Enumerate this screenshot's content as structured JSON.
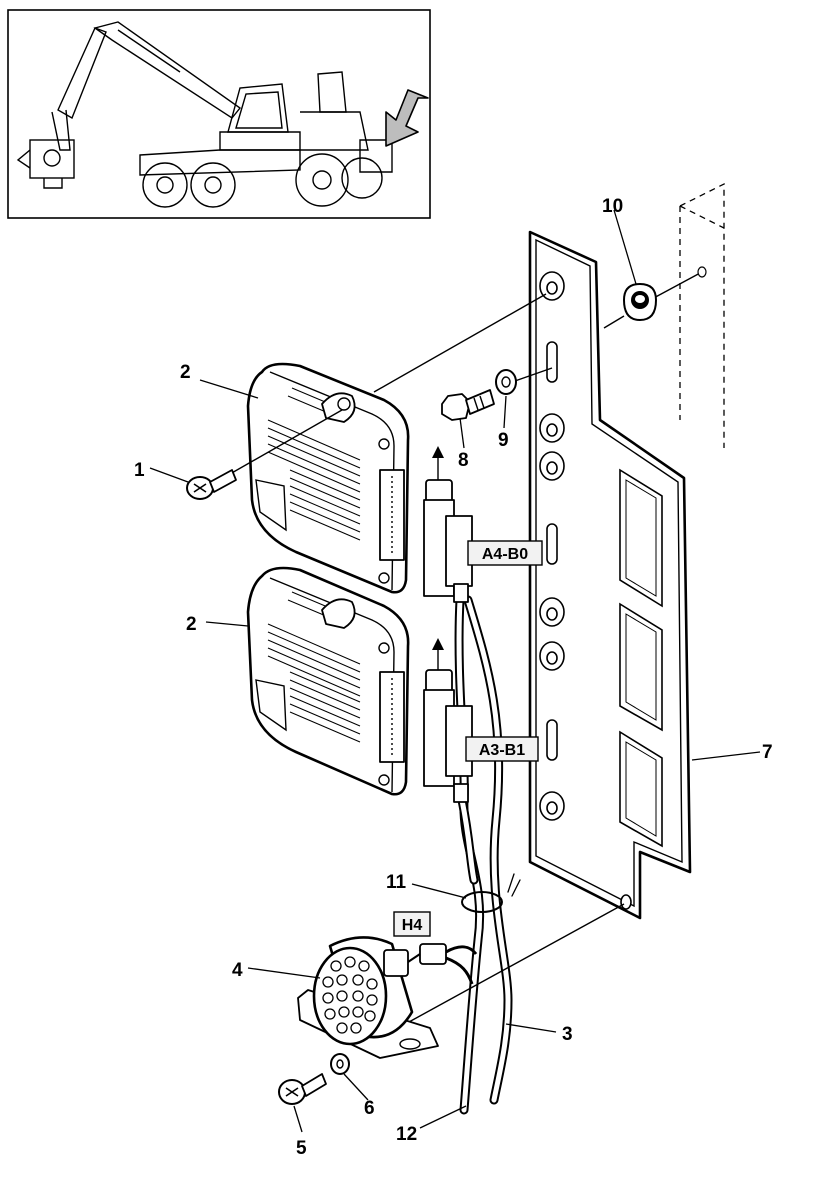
{
  "colors": {
    "ink": "#000000",
    "paper": "#ffffff",
    "tag_fill": "#f2f2f2"
  },
  "inset": {
    "subject": "forestry harvester machine",
    "arrow": "location-arrow"
  },
  "callouts": [
    "1",
    "2",
    "2",
    "3",
    "4",
    "5",
    "6",
    "7",
    "8",
    "9",
    "10",
    "11",
    "12"
  ],
  "connector_tags": [
    "A4-B0",
    "A3-B1",
    "H4"
  ]
}
